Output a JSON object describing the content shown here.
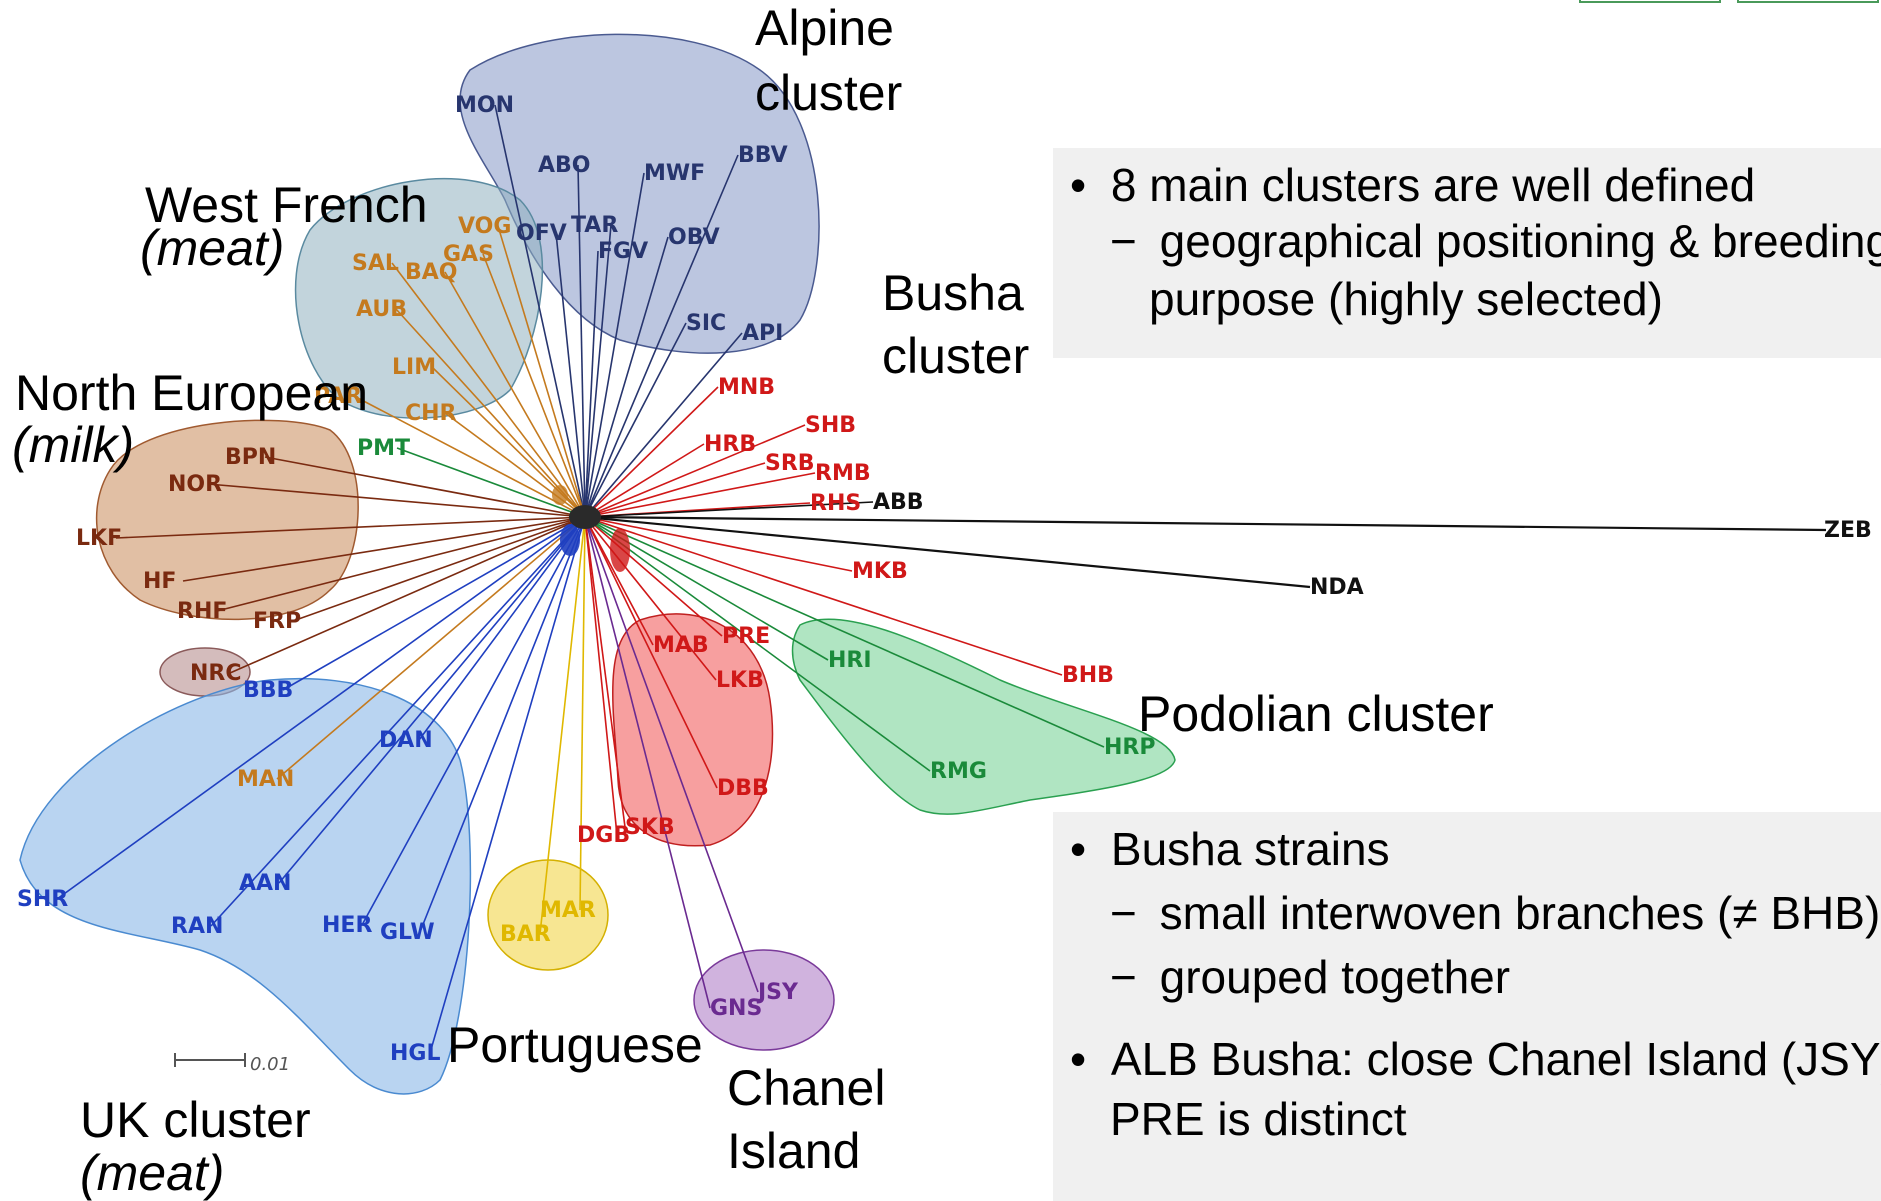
{
  "cluster_labels": {
    "alpine": [
      "Alpine",
      "cluster"
    ],
    "west_french": [
      "West French",
      "(meat)"
    ],
    "north_european": [
      "North European",
      "(milk)"
    ],
    "busha": [
      "Busha",
      "cluster"
    ],
    "podolian": "Podolian cluster",
    "uk": [
      "UK cluster",
      "(meat)"
    ],
    "portuguese": "Portuguese",
    "chanel": [
      "Chanel",
      "Island"
    ]
  },
  "scale_bar": "0.01",
  "leaves": {
    "MON": "MON",
    "ABO": "ABO",
    "MWF": "MWF",
    "BBV": "BBV",
    "OFV": "OFV",
    "TAR": "TAR",
    "FGV": "FGV",
    "OBV": "OBV",
    "SIC": "SIC",
    "API": "API",
    "VOG": "VOG",
    "SAL": "SAL",
    "BAO": "BAQ",
    "GAS": "GAS",
    "AUB": "AUB",
    "LIM": "LIM",
    "PAR": "PAR",
    "CHR": "CHR",
    "PMT": "PMT",
    "BPN": "BPN",
    "NOR": "NOR",
    "LKF": "LKF",
    "HF": "HF",
    "RHF": "RHF",
    "FRP": "FRP",
    "NRC": "NRC",
    "BBB": "BBB",
    "DAN": "DAN",
    "MAN": "MAN",
    "AAN": "AAN",
    "SHR": "SHR",
    "RAN": "RAN",
    "HER": "HER",
    "GLW": "GLW",
    "HGL": "HGL",
    "MAR": "MAR",
    "BAR": "BAR",
    "DGB": "DGB",
    "SKB": "SKB",
    "DBB": "DBB",
    "MAB": "MAB",
    "PRE": "PRE",
    "LKB": "LKB",
    "GNS": "GNS",
    "JSY": "JSY",
    "MNB": "MNB",
    "SHB": "SHB",
    "HRB": "HRB",
    "SRB": "SRB",
    "RMB": "RMB",
    "RHS": "RHS",
    "ABB": "ABB",
    "MKB": "MKB",
    "ZEB": "ZEB",
    "NDA": "NDA",
    "BHB": "BHB",
    "HRI": "HRI",
    "HRP": "HRP",
    "RMG": "RMG"
  },
  "notes_top": {
    "bullet": "•",
    "dash": "−",
    "point": "8 main clusters are well defined",
    "sub_1": "geographical positioning & breeding",
    "sub_2": "purpose (highly selected)"
  },
  "notes_bottom": {
    "bullet": "•",
    "dash": "−",
    "point_1": "Busha strains",
    "sub_1": "small interwoven branches (≠ BHB)",
    "sub_2": "grouped together",
    "point_2": "ALB Busha: close Chanel Island (JSY) =",
    "point_2b": "PRE is distinct"
  },
  "colors": {
    "alpine": "#27356e",
    "west_french": "#c47a1e",
    "north_european": "#7a2a10",
    "uk": "#1f3fc0",
    "portuguese": "#e0b800",
    "red": "#d01818",
    "chanel": "#6a2a90",
    "green": "#1a8a3a",
    "black": "#111111"
  }
}
